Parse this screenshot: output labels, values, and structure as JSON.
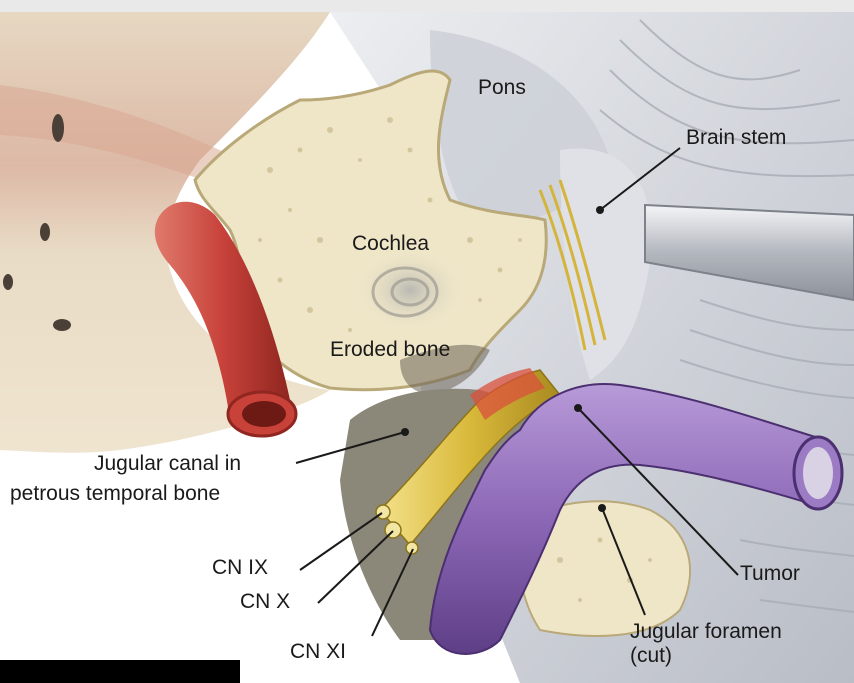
{
  "labels": {
    "pons": "Pons",
    "brain_stem": "Brain stem",
    "cochlea": "Cochlea",
    "eroded_bone": "Eroded bone",
    "jugular_canal_line1": "Jugular canal in",
    "jugular_canal_line2": "petrous temporal bone",
    "cn_ix": "CN IX",
    "cn_x": "CN X",
    "cn_xi": "CN XI",
    "tumor": "Tumor",
    "jugular_foramen_line1": "Jugular foramen",
    "jugular_foramen_line2": "(cut)"
  },
  "colors": {
    "bone": "#efe6c8",
    "bone_dark": "#d9cba2",
    "temporal": "#e9dcc9",
    "vessel_red": "#c8423a",
    "vessel_red_dark": "#8f2620",
    "brain_gray": "#c9ccd3",
    "brain_light": "#e4e6ea",
    "tumor_purple": "#8c67b6",
    "tumor_dark": "#5e3f86",
    "nerve_yellow": "#e0c448",
    "label_text": "#1a1a1a"
  }
}
